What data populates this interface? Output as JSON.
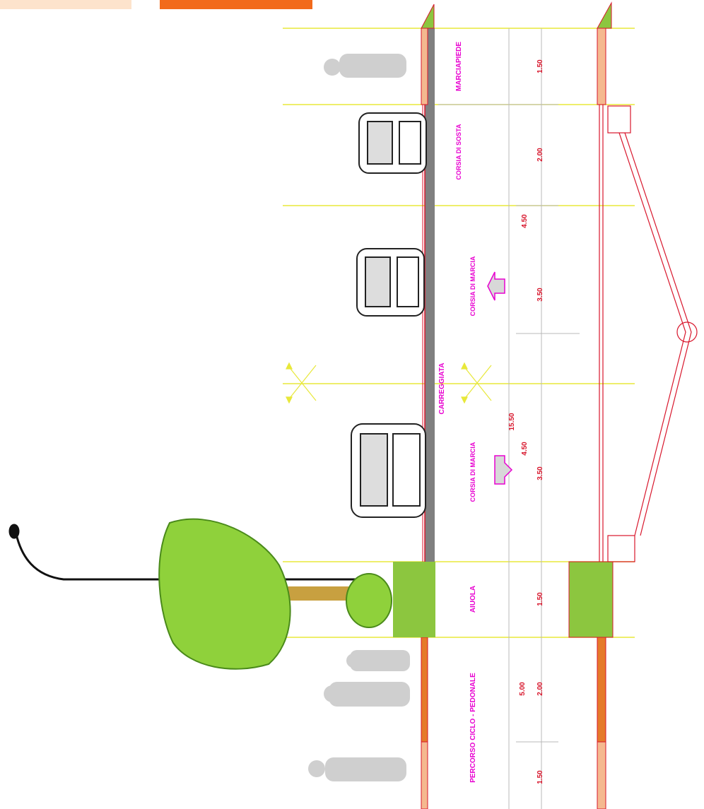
{
  "drawing": {
    "colors": {
      "background": "#ffffff",
      "guide_line": "#e8e83a",
      "dimension_line": "#b9b9b9",
      "magenta_text": "#e800d0",
      "red_text": "#d8162c",
      "asphalt": "#808080",
      "sidewalk_fill": "#f5b98f",
      "cycle_path_fill": "#e57a2a",
      "planter_green": "#8cc63f",
      "tree_green": "#8fd13b",
      "section_red": "#d8162c",
      "header_light": "#fde3cc",
      "header_orange": "#f26a1b"
    },
    "zones": {
      "sidewalk": "MARCIAPIEDE",
      "parking_lane": "CORSIA DI SOSTA",
      "lane_upper": "CORSIA DI MARCIA",
      "carriageway": "CARREGGIATA",
      "lane_lower": "CORSIA DI MARCIA",
      "flowerbed": "AIUOLA",
      "cycle_path": "PERCORSO CICLO - PEDONALE"
    },
    "dimensions": {
      "sidewalk": "1.50",
      "parking_lane": "2.00",
      "upper_carriage_total": "4.50",
      "lane_upper": "3.50",
      "total": "15.50",
      "lower_carriage_total": "4.50",
      "lane_lower": "3.50",
      "flowerbed": "1.50",
      "cycle_total": "5.00",
      "cycle_lane": "2.00",
      "pedestrian": "1.50"
    },
    "icons": [
      "street-lamp-icon",
      "tree-icon",
      "shrub-icon",
      "car-icon",
      "cyclist-icon",
      "pedestrian-icon",
      "direction-arrow-icon",
      "axis-cross-icon"
    ]
  }
}
